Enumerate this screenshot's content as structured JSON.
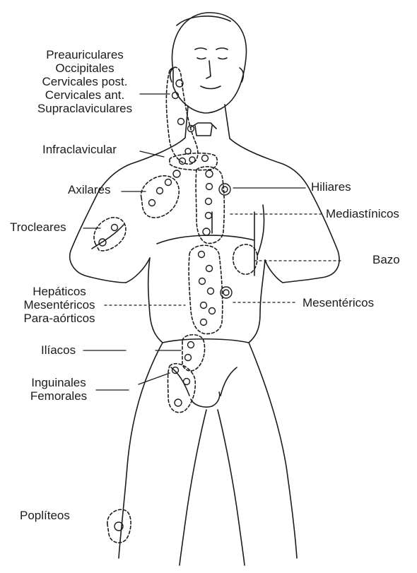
{
  "labels": {
    "head_group": [
      "Preauriculares",
      "Occipitales",
      "Cervicales post.",
      "Cervicales ant.",
      "Supraclaviculares"
    ],
    "infraclavicular": "Infraclavicular",
    "axilares": "Axilares",
    "trocleares": "Trocleares",
    "hiliares": "Hiliares",
    "mediastinicos": "Mediastínicos",
    "bazo": "Bazo",
    "abdominal_group": [
      "Hepáticos",
      "Mesentéricos",
      "Para-aórticos"
    ],
    "mesentericos_right": "Mesentéricos",
    "iliacos": "Ilíacos",
    "inguinal_group": [
      "Inguinales",
      "Femorales"
    ],
    "popliteos": "Poplíteos"
  },
  "colors": {
    "ink": "#1c1c1c",
    "background": "#ffffff"
  }
}
